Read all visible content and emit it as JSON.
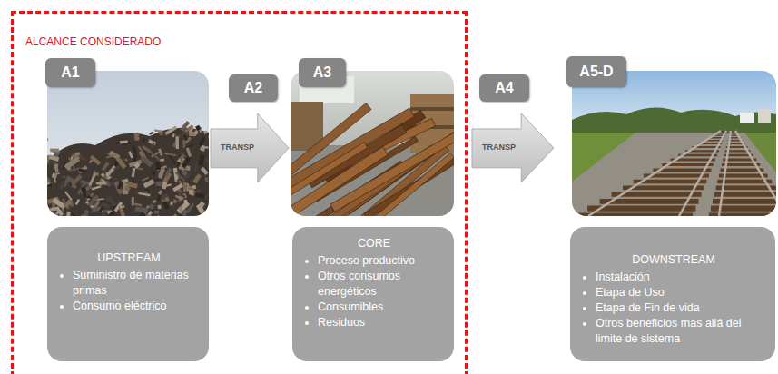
{
  "diagram": {
    "nodes": [
      {
        "text": [
          "ALCANCE CONSIDERADO"
        ]
      },
      {
        "text": [
          "A1"
        ],
        "in": 0
      },
      {
        "text": [
          "A2"
        ],
        "in": 0
      },
      {
        "text": [
          "A3"
        ],
        "in": 0
      },
      {
        "text": [
          "TRANSP"
        ],
        "in": 0
      },
      {
        "text": [
          "UPSTREAM",
          "Suministro de materias primas",
          "Consumo eléctrico"
        ],
        "in": 0
      },
      {
        "text": [
          "CORE",
          "Proceso productivo",
          "Otros consumos energéticos",
          "Consumibles",
          "Residuos"
        ],
        "in": 0
      },
      {
        "text": [
          "A4"
        ]
      },
      {
        "text": [
          "TRANSP"
        ]
      },
      {
        "text": [
          "A5-D"
        ]
      },
      {
        "text": [
          "DOWNSTREAM",
          "Instalación",
          "Etapa de Uso",
          "Etapa de Fin de vida",
          "Otros beneficios mas allá del limite de sistema"
        ]
      }
    ]
  }
}
